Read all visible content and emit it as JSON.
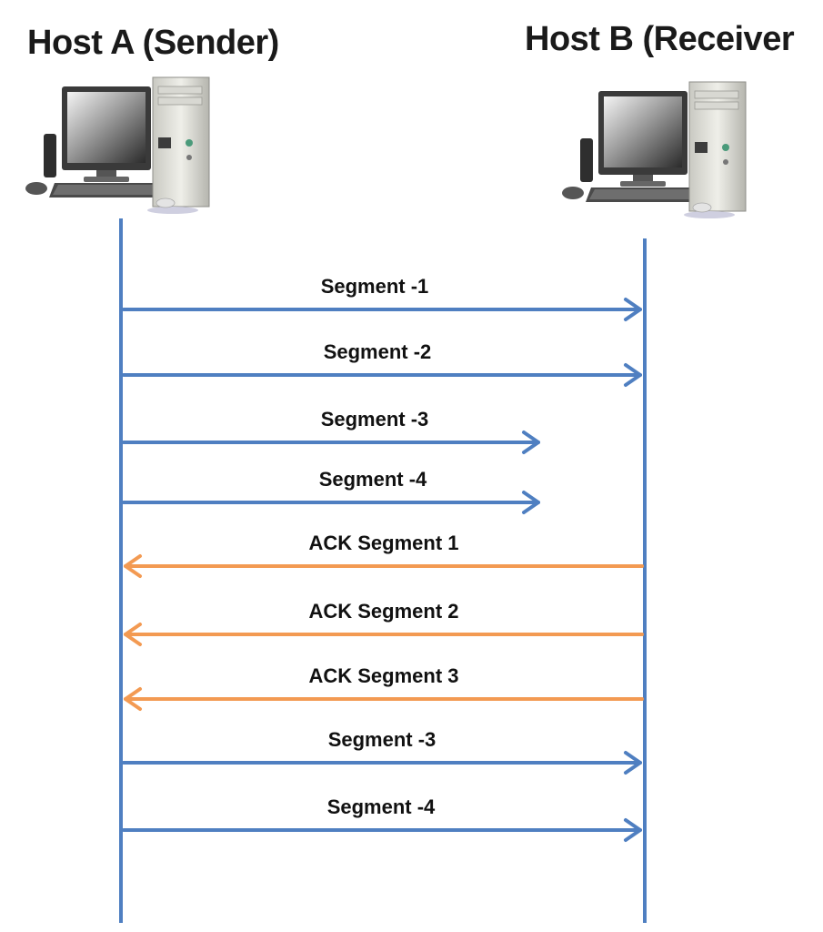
{
  "hosts": {
    "a": {
      "title": "Host A (Sender)",
      "icon": "desktop-computer-icon"
    },
    "b": {
      "title": "Host B (Receiver",
      "icon": "desktop-computer-icon"
    }
  },
  "colors": {
    "data_arrow": "#4f7fc1",
    "ack_arrow": "#f39a52",
    "timeline": "#4f7fc1"
  },
  "messages": [
    {
      "label": "Segment -1",
      "direction": "A-to-B",
      "type": "data",
      "delivered": true
    },
    {
      "label": "Segment -2",
      "direction": "A-to-B",
      "type": "data",
      "delivered": true
    },
    {
      "label": "Segment -3",
      "direction": "A-to-B",
      "type": "data",
      "delivered": false
    },
    {
      "label": "Segment -4",
      "direction": "A-to-B",
      "type": "data",
      "delivered": false
    },
    {
      "label": "ACK Segment 1",
      "direction": "B-to-A",
      "type": "ack",
      "delivered": true
    },
    {
      "label": "ACK Segment 2",
      "direction": "B-to-A",
      "type": "ack",
      "delivered": true
    },
    {
      "label": "ACK Segment 3",
      "direction": "B-to-A",
      "type": "ack",
      "delivered": true
    },
    {
      "label": "Segment -3",
      "direction": "A-to-B",
      "type": "data",
      "delivered": true
    },
    {
      "label": "Segment -4",
      "direction": "A-to-B",
      "type": "data",
      "delivered": true
    }
  ]
}
